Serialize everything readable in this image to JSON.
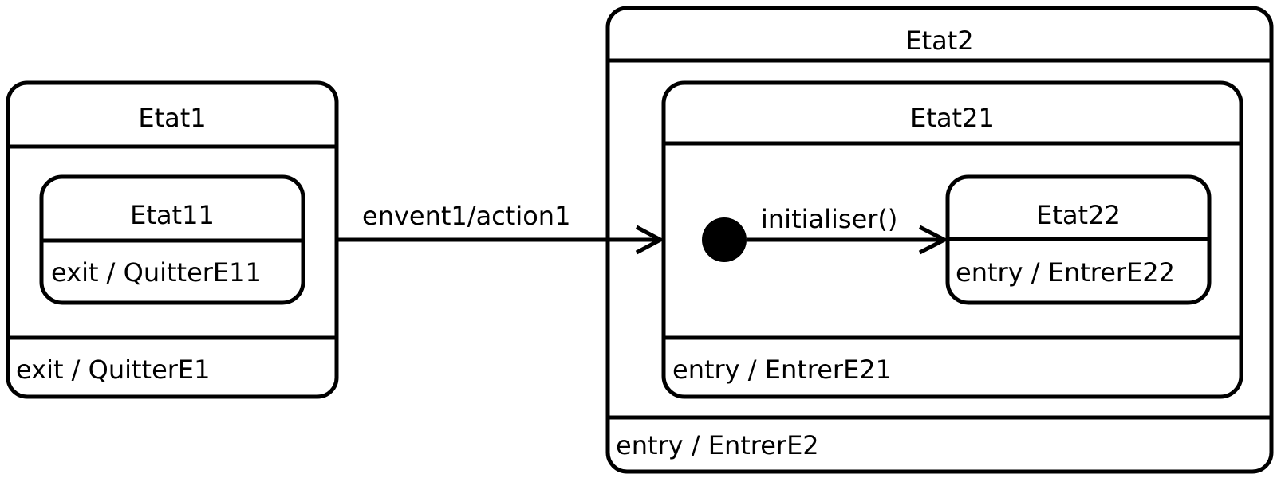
{
  "diagram": {
    "type": "uml-state-machine",
    "states": {
      "etat1": {
        "name": "Etat1",
        "activity": "exit / QuitterE1"
      },
      "etat11": {
        "name": "Etat11",
        "activity": "exit / QuitterE11"
      },
      "etat2": {
        "name": "Etat2",
        "activity": "entry / EntrerE2"
      },
      "etat21": {
        "name": "Etat21",
        "activity": "entry / EntrerE21"
      },
      "etat22": {
        "name": "Etat22",
        "activity": "entry / EntrerE22"
      }
    },
    "initial_pseudostate": {
      "container": "Etat21"
    },
    "transitions": [
      {
        "from": "Etat1",
        "to": "Etat21",
        "label": "envent1/action1"
      },
      {
        "from": "initial",
        "to": "Etat22",
        "label": "initialiser()"
      }
    ],
    "colors": {
      "stroke": "#000000",
      "fill": "#ffffff"
    }
  }
}
